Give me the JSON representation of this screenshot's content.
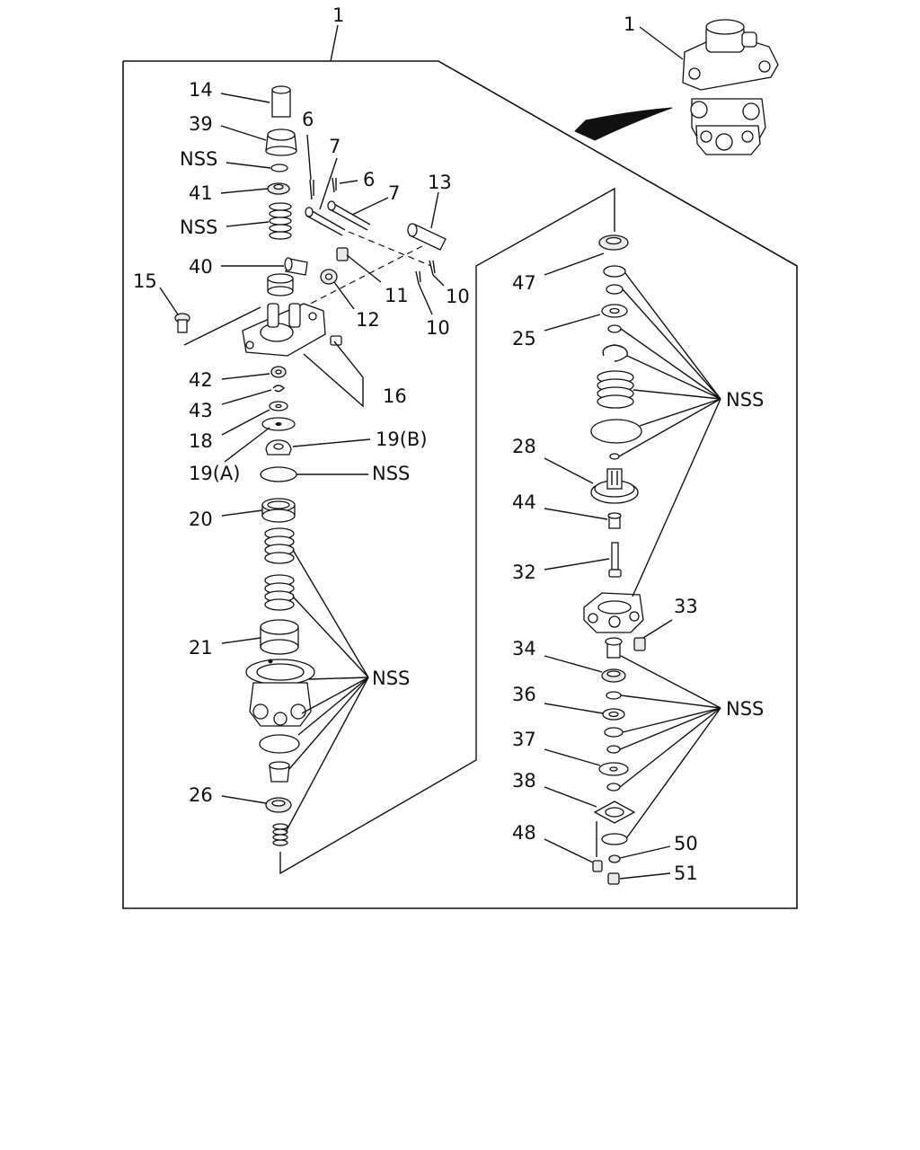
{
  "labels": {
    "main": "1",
    "inset": "1",
    "p14": "14",
    "p39": "39",
    "nss_a": "NSS",
    "p41": "41",
    "nss_b": "NSS",
    "p40": "40",
    "p15": "15",
    "p6a": "6",
    "p7a": "7",
    "p6b": "6",
    "p7b": "7",
    "p13": "13",
    "p11": "11",
    "p12": "12",
    "p10a": "10",
    "p10b": "10",
    "p16": "16",
    "p42": "42",
    "p43": "43",
    "p18": "18",
    "p19b": "19(B)",
    "p19a": "19(A)",
    "nss_c": "NSS",
    "p20": "20",
    "p21": "21",
    "nss_d": "NSS",
    "p26": "26",
    "p47": "47",
    "p25": "25",
    "nss_e": "NSS",
    "p28": "28",
    "p44": "44",
    "p32": "32",
    "p33": "33",
    "p34": "34",
    "p36": "36",
    "p37": "37",
    "p38": "38",
    "nss_f": "NSS",
    "p48": "48",
    "p50": "50",
    "p51": "51"
  }
}
